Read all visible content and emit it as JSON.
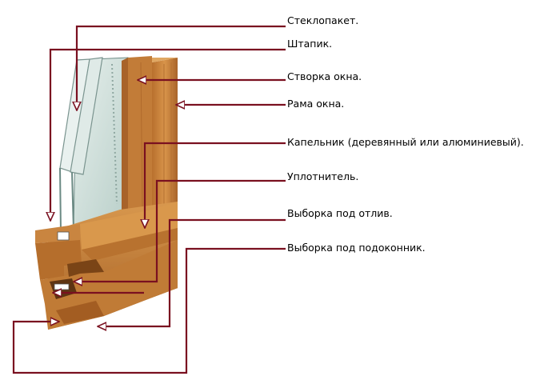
{
  "labels": [
    {
      "id": "glass-unit",
      "text": "Стеклопакет."
    },
    {
      "id": "glazing-bead",
      "text": "Штапик."
    },
    {
      "id": "sash",
      "text": "Створка окна."
    },
    {
      "id": "frame",
      "text": "Рама окна."
    },
    {
      "id": "drip",
      "text": "Капельник (деревянный или алюминиевый)."
    },
    {
      "id": "seal",
      "text": "Уплотнитель."
    },
    {
      "id": "ebb-groove",
      "text": "Выборка под отлив."
    },
    {
      "id": "sill-groove",
      "text": "Выборка под подоконник."
    }
  ],
  "colors": {
    "leader": "#7a1020",
    "wood_light": "#d08a3c",
    "wood_mid": "#b96f2a",
    "wood_dark": "#8e4f1c",
    "glass": "#cfe0dc"
  }
}
